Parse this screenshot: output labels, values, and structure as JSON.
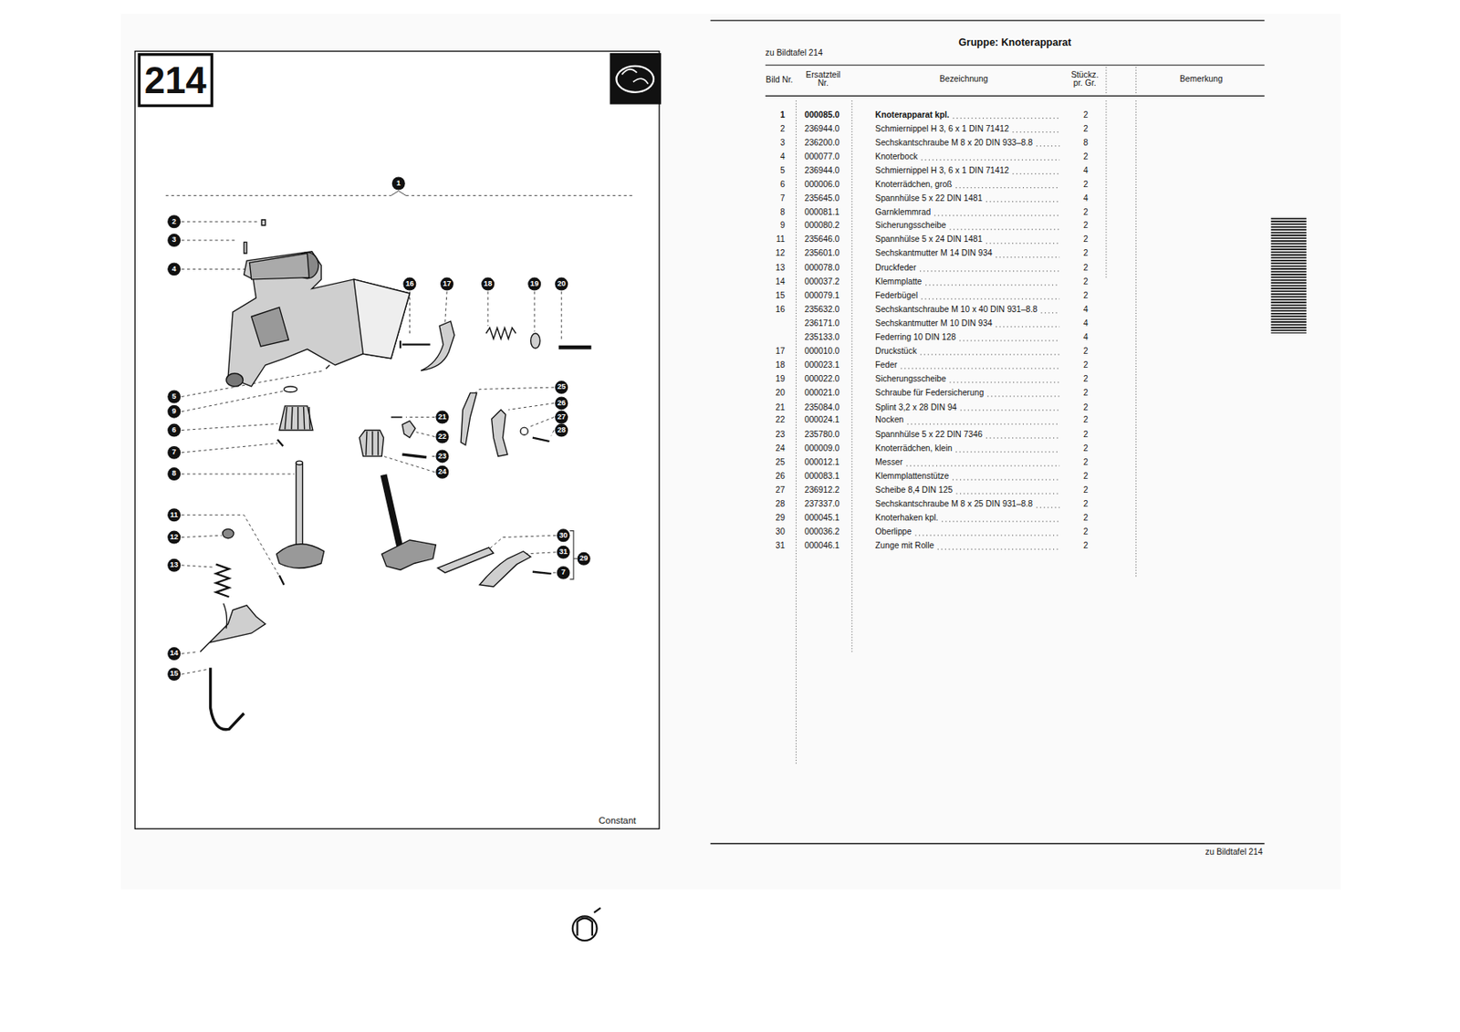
{
  "diagram": {
    "title": "Gruppe: Knoterapparat",
    "nodes": [
      {
        "text": [
          "214"
        ]
      }
    ],
    "labels": [
      "Constant",
      "zu Bildtafel 214",
      "Bild Nr.",
      "Ersatzteil Nr.",
      "Bezeichnung",
      "Stückz. pr. Gr.",
      "Bemerkung",
      "zu Bildtafel 214",
      "1",
      "2",
      "3",
      "4",
      "16",
      "17",
      "18",
      "19",
      "20",
      "5",
      "9",
      "6",
      "7",
      "8",
      "25",
      "26",
      "21",
      "27",
      "28",
      "22",
      "23",
      "24",
      "11",
      "12",
      "30",
      "31",
      "29",
      "7",
      "13",
      "14",
      "15",
      "1",
      "000085.0",
      "Knoterapparat kpl.",
      "2",
      "2",
      "236944.0",
      "Schmiernippel H 3, 6 x 1 DIN 71412",
      "2",
      "3",
      "236200.0",
      "Sechskantschraube M 8 x 20 DIN 933–8.8",
      "8",
      "4",
      "000077.0",
      "Knoterbock",
      "2",
      "5",
      "236944.0",
      "Schmiernippel H 3, 6 x 1 DIN 71412",
      "4",
      "6",
      "000006.0",
      "Knoterrädchen, groß",
      "2",
      "7",
      "235645.0",
      "Spannhülse 5 x 22 DIN 1481",
      "4",
      "8",
      "000081.1",
      "Garnklemmrad",
      "2",
      "9",
      "000080.2",
      "Sicherungsscheibe",
      "2",
      "11",
      "235646.0",
      "Spannhülse 5 x 24 DIN 1481",
      "2",
      "12",
      "235601.0",
      "Sechskantmutter M 14 DIN 934",
      "2",
      "13",
      "000078.0",
      "Druckfeder",
      "2",
      "14",
      "000037.2",
      "Klemmplatte",
      "2",
      "15",
      "000079.1",
      "Federbügel",
      "2",
      "16",
      "235632.0",
      "Sechskantschraube M 10 x 40 DIN 931–8.8",
      "4",
      "236171.0",
      "Sechskantmutter M 10 DIN 934",
      "4",
      "235133.0",
      "Federring 10 DIN 128",
      "4",
      "17",
      "000010.0",
      "Druckstück",
      "2",
      "18",
      "000023.1",
      "Feder",
      "2",
      "19",
      "000022.0",
      "Sicherungsscheibe",
      "2",
      "20",
      "000021.0",
      "Schraube für Federsicherung",
      "2",
      "21",
      "235084.0",
      "Splint 3,2 x 28 DIN 94",
      "2",
      "22",
      "000024.1",
      "Nocken",
      "2",
      "23",
      "235780.0",
      "Spannhülse 5 x 22 DIN 7346",
      "2",
      "24",
      "000009.0",
      "Knoterrädchen, klein",
      "2",
      "25",
      "000012.1",
      "Messer",
      "2",
      "26",
      "000083.1",
      "Klemmplattenstütze",
      "2",
      "27",
      "236912.2",
      "Scheibe 8,4 DIN 125",
      "2",
      "28",
      "237337.0",
      "Sechskantschraube M 8 x 25 DIN 931–8.8",
      "2",
      "29",
      "000045.1",
      "Knoterhaken kpl.",
      "2",
      "30",
      "000036.2",
      "Oberlippe",
      "2",
      "31",
      "000046.1",
      "Zunge mit Rolle",
      "2"
    ]
  }
}
